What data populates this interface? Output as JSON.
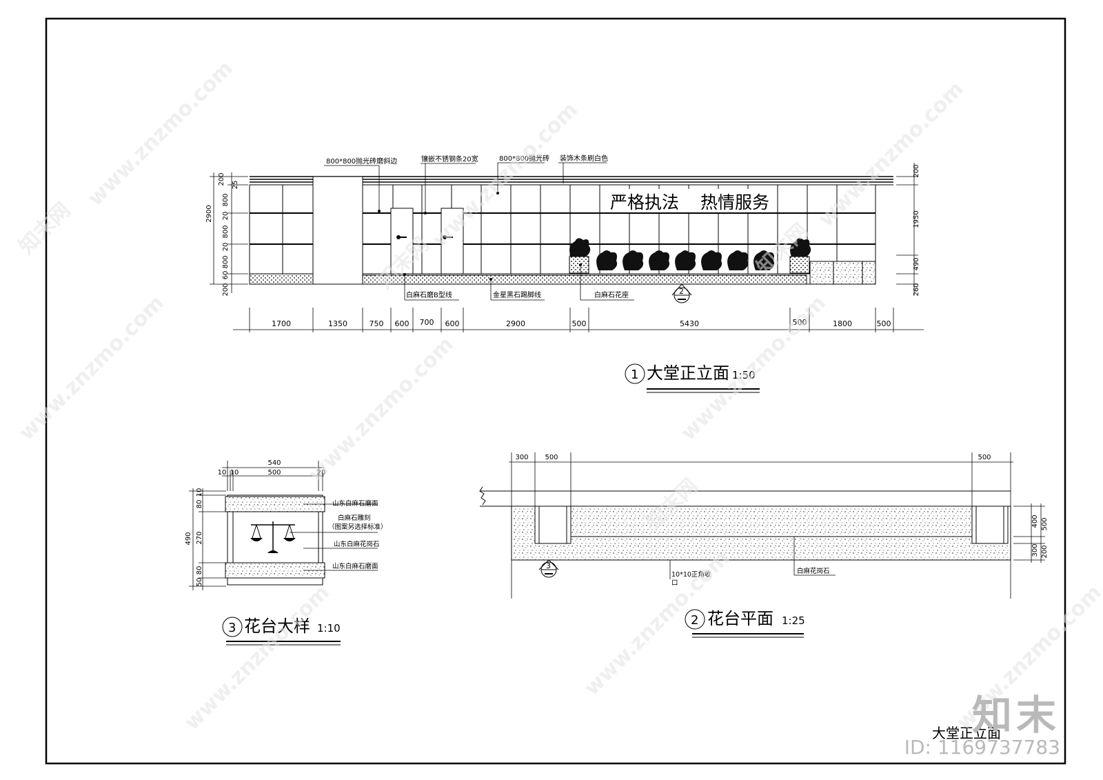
{
  "elevation": {
    "title": "大堂正立面",
    "scale": "1:50",
    "slogan_left": "严格执法",
    "slogan_right": "热情服务",
    "callouts": {
      "tile_bevel": "800*800抛光砖磨斜边",
      "steel_strip": "镶嵌不锈钢条20宽",
      "tile": "800*800抛光砖",
      "wood_strip": "装饰木条刷白色",
      "marble_line": "白麻石磨B型线",
      "skirting": "金星黑石踢脚线",
      "planter_base": "白麻石花座"
    },
    "section_marker": "2",
    "bottom_dims": [
      "1700",
      "1350",
      "750",
      "600",
      "700",
      "600",
      "2900",
      "500",
      "5430",
      "500",
      "1800",
      "500"
    ],
    "left_dims": [
      "200",
      "25",
      "800",
      "20",
      "800",
      "20",
      "800",
      "60",
      "200"
    ],
    "left_total": "2900",
    "right_dims": [
      "200",
      "1950",
      "490",
      "260"
    ]
  },
  "detail": {
    "title": "花台大样",
    "number": "3",
    "scale": "1:10",
    "top_dims": [
      "540",
      "10",
      "10",
      "500",
      "20"
    ],
    "left_dims": [
      "10",
      "80",
      "270",
      "80",
      "50"
    ],
    "left_total": "490",
    "labels": [
      "山东白麻石磨面",
      "白麻石雕刻",
      "（图案另选择标准）",
      "山东白麻花岗石",
      "山东白麻石磨面"
    ]
  },
  "plan": {
    "title": "花台平面",
    "number": "2",
    "scale": "1:25",
    "top_dims": [
      "300",
      "500",
      "500"
    ],
    "right_dims": [
      "400",
      "500",
      "300",
      "200"
    ],
    "labels": [
      "10*10正角收",
      "口",
      "白麻花岗石"
    ],
    "section_marker": "3"
  },
  "elevation_number": "1",
  "sheet_caption": "大堂正立面",
  "watermark": {
    "site": "www.znzmo.com",
    "brand": "知末网",
    "logo": "知末",
    "id": "ID: 1169737783"
  }
}
